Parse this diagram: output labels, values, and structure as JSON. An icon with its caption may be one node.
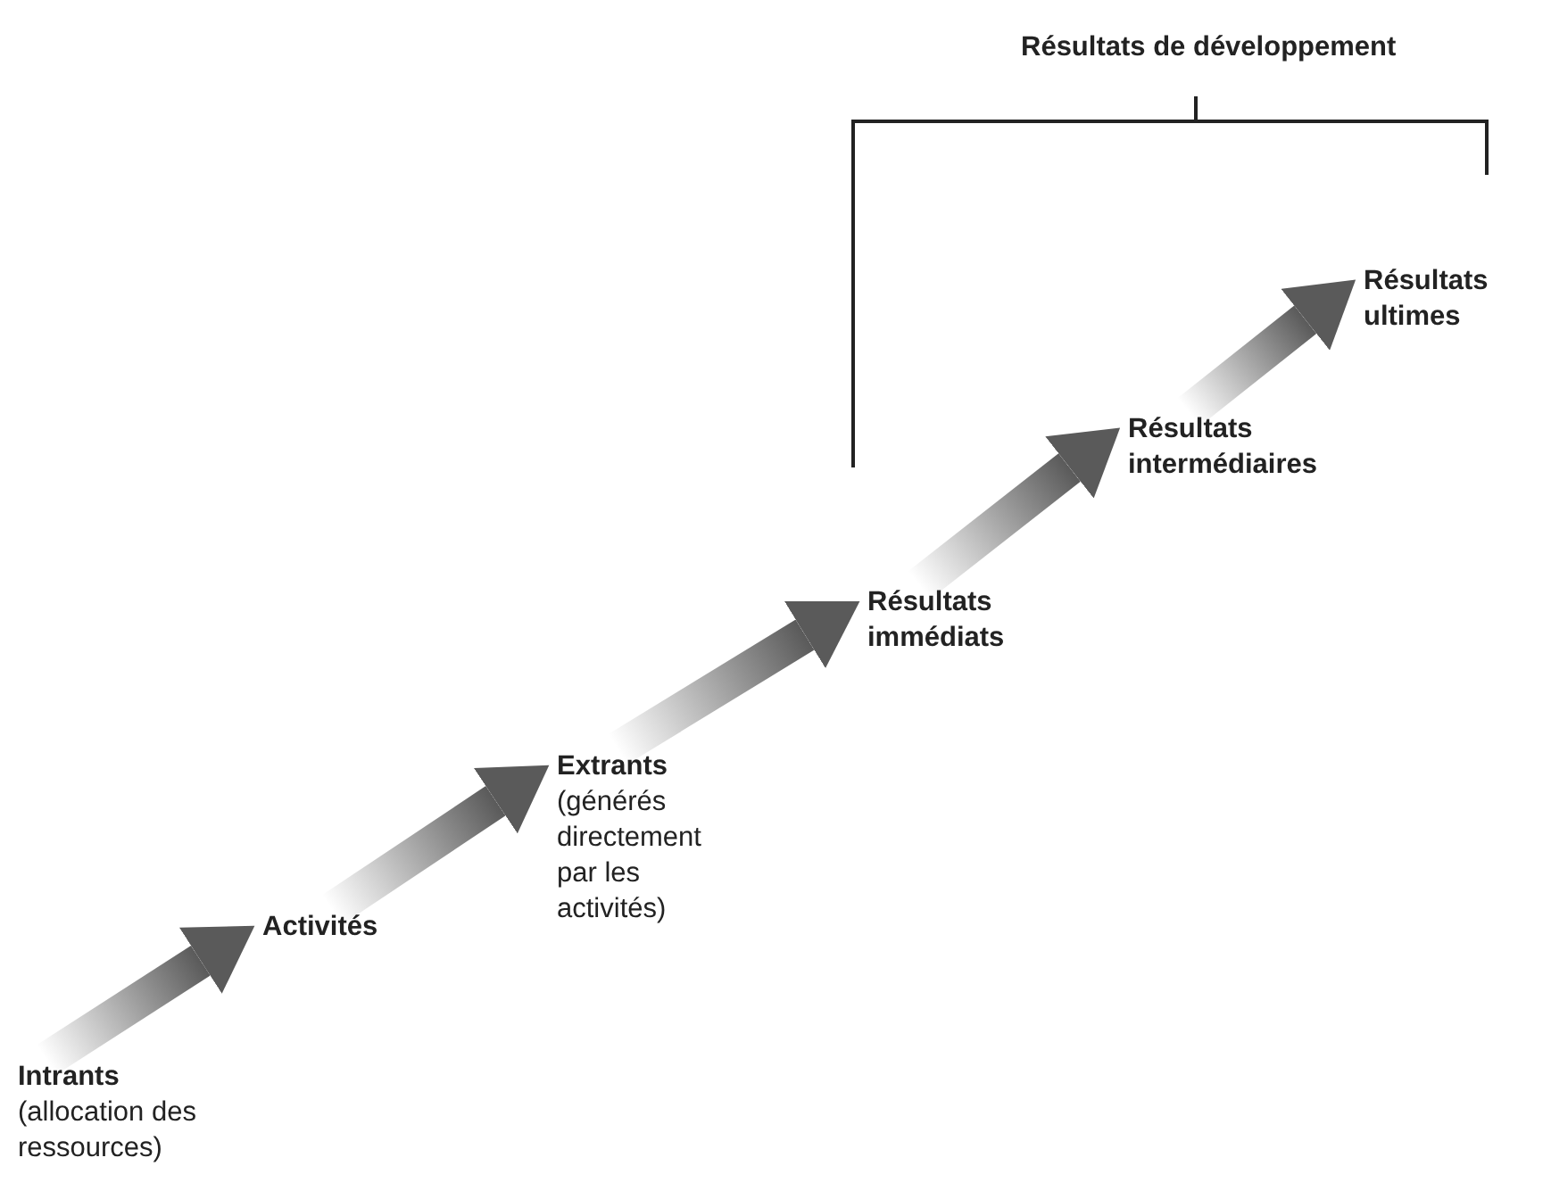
{
  "diagram": {
    "nodes": [
      {
        "text": [
          "Intrants",
          "(allocation des ressources)"
        ]
      },
      {
        "text": [
          "Activités"
        ]
      },
      {
        "text": [
          "Extrants",
          "(générés directement par les activités)"
        ]
      },
      {
        "text": [
          "Résultats immédiats"
        ]
      },
      {
        "text": [
          "Résultats intermédiaires"
        ]
      },
      {
        "text": [
          "Résultats ultimes"
        ]
      }
    ],
    "edges": [
      {
        "from": 0,
        "to": 1,
        "arrow": "to"
      },
      {
        "from": 1,
        "to": 2,
        "arrow": "to"
      },
      {
        "from": 2,
        "to": 3,
        "arrow": "to"
      },
      {
        "from": 3,
        "to": 4,
        "arrow": "to"
      },
      {
        "from": 4,
        "to": 5,
        "arrow": "to"
      }
    ],
    "labels": [
      "Résultats de développement"
    ]
  }
}
